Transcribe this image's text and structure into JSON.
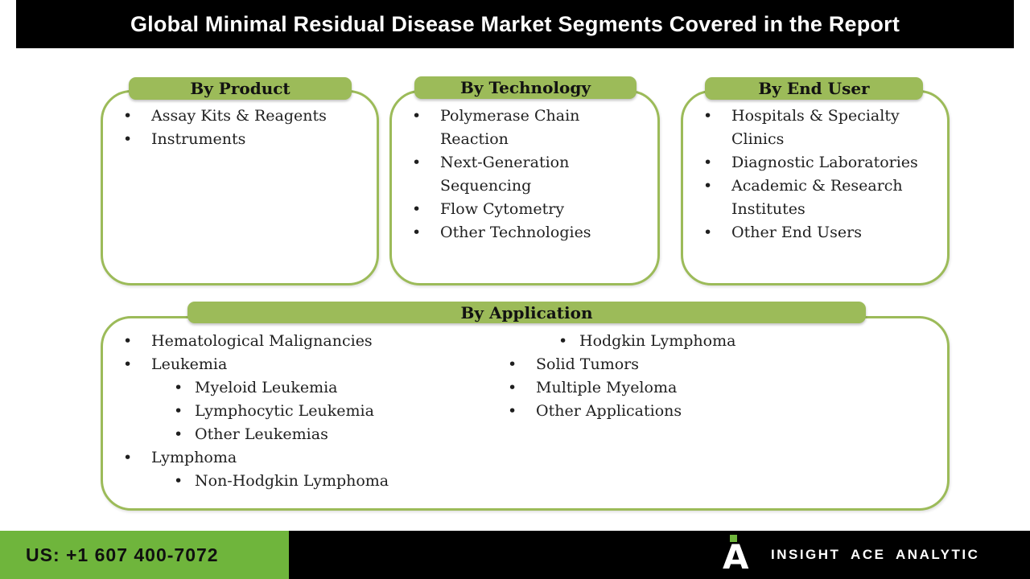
{
  "header": {
    "title": "Global Minimal Residual Disease Market Segments Covered in the Report"
  },
  "segments": {
    "product": {
      "title": "By Product",
      "items": [
        "Assay Kits & Reagents",
        "Instruments"
      ]
    },
    "technology": {
      "title": "By Technology",
      "items": [
        "Polymerase Chain Reaction",
        "Next-Generation Sequencing",
        "Flow Cytometry",
        "Other Technologies"
      ]
    },
    "end_user": {
      "title": "By End User",
      "items": [
        "Hospitals & Specialty Clinics",
        "Diagnostic Laboratories",
        "Academic & Research Institutes",
        "Other End Users"
      ]
    },
    "application": {
      "title": "By Application",
      "left_items": [
        {
          "label": "Hematological Malignancies",
          "level": 1
        },
        {
          "label": "Leukemia",
          "level": 1
        },
        {
          "label": "Myeloid Leukemia",
          "level": 2
        },
        {
          "label": "Lymphocytic Leukemia",
          "level": 2
        },
        {
          "label": "Other Leukemias",
          "level": 2
        },
        {
          "label": "Lymphoma",
          "level": 1
        },
        {
          "label": "Non-Hodgkin Lymphoma",
          "level": 2
        }
      ],
      "right_items": [
        {
          "label": "Hodgkin Lymphoma",
          "level": 2
        },
        {
          "label": "Solid Tumors",
          "level": 1
        },
        {
          "label": "Multiple Myeloma",
          "level": 1
        },
        {
          "label": "Other Applications",
          "level": 1
        }
      ]
    }
  },
  "footer": {
    "phone": "US: +1 607 400-7072",
    "brand": "INSIGHT ACE ANALYTIC",
    "logo_letter": "A"
  },
  "colors": {
    "olive_green": "#9CBB59",
    "footer_green": "#6FB53C",
    "bar_black": "#000000",
    "body_text": "#1F1F1F",
    "title_text": "#FFFFFF"
  }
}
